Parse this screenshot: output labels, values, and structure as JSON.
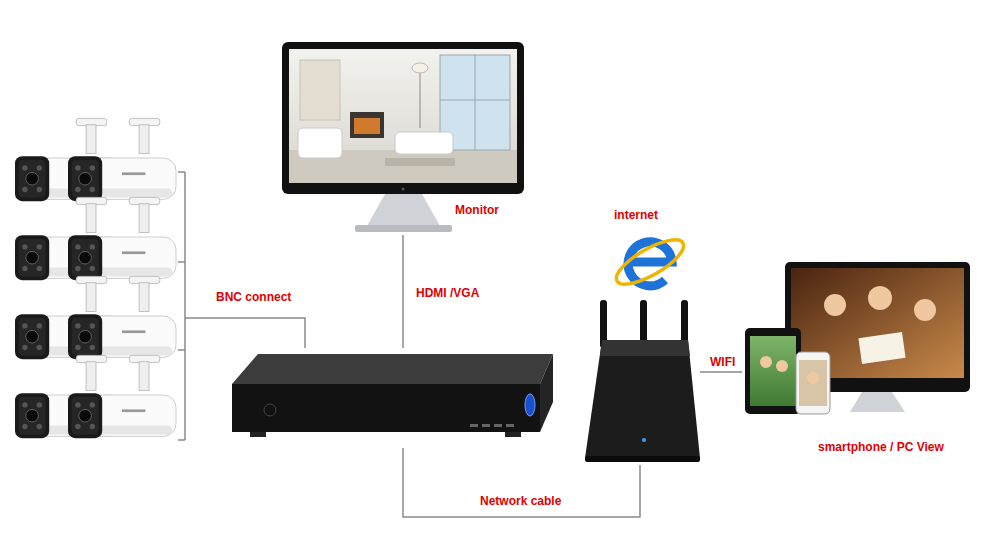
{
  "diagram": {
    "nodes": [
      {
        "text": []
      },
      {
        "text": [
          "Monitor"
        ]
      },
      {
        "text": []
      },
      {
        "text": [
          "internet"
        ]
      },
      {
        "text": [
          "smartphone / PC View"
        ]
      }
    ],
    "edges": [
      {
        "from": 0,
        "to": 2,
        "label": "BNC connect",
        "arrow": "none"
      },
      {
        "from": 2,
        "to": 1,
        "label": "HDMI /VGA",
        "arrow": "none"
      },
      {
        "from": 2,
        "to": 3,
        "label": "Network cable",
        "arrow": "none"
      },
      {
        "from": 3,
        "to": 4,
        "label": "WIFI",
        "arrow": "none"
      }
    ]
  }
}
